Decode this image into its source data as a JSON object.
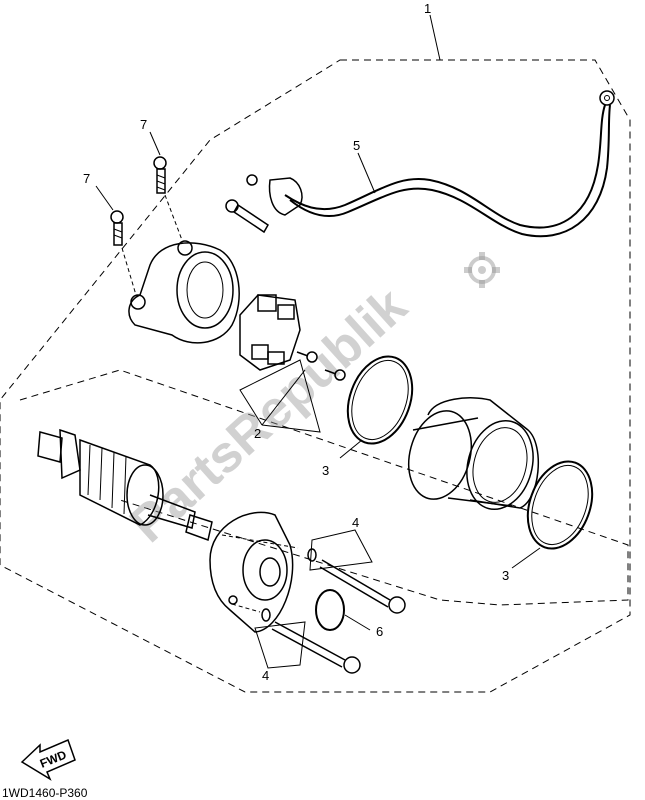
{
  "callouts": [
    "1",
    "2",
    "3",
    "3",
    "4",
    "4",
    "5",
    "6",
    "7",
    "7"
  ],
  "drawing_code": "1WD1460-P360",
  "fwd_label": "FWD",
  "watermark": "PartsRepublik"
}
